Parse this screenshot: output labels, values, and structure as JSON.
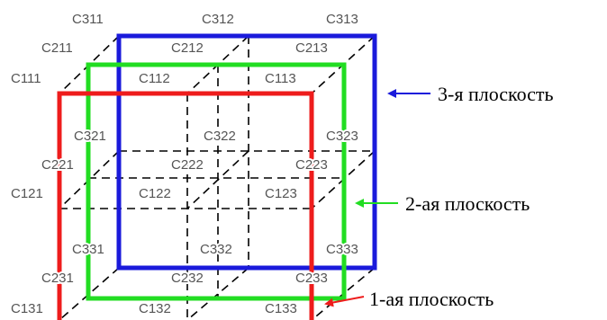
{
  "colors": {
    "plane1": "#ee1c1c",
    "plane2": "#22dd22",
    "plane3": "#1a1adb",
    "grid": "#000000",
    "label": "#555555"
  },
  "cells": {
    "c111": "C111",
    "c112": "C112",
    "c113": "C113",
    "c121": "C121",
    "c122": "C122",
    "c123": "C123",
    "c131": "C131",
    "c132": "C132",
    "c133": "C133",
    "c211": "C211",
    "c212": "C212",
    "c213": "C213",
    "c221": "C221",
    "c222": "C222",
    "c223": "C223",
    "c231": "C231",
    "c232": "C232",
    "c233": "C233",
    "c311": "C311",
    "c312": "C312",
    "c313": "C313",
    "c321": "C321",
    "c322": "C322",
    "c323": "C323",
    "c331": "C331",
    "c332": "C332",
    "c333": "C333"
  },
  "planes": {
    "plane1_label": "1-ая плоскость",
    "plane2_label": "2-ая плоскость",
    "plane3_label": "3-я плоскость"
  }
}
